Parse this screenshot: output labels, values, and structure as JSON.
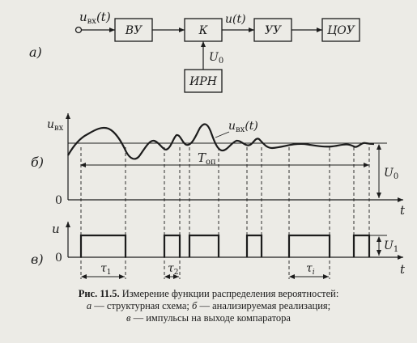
{
  "panel_labels": {
    "a": "а)",
    "b": "б)",
    "v": "в)"
  },
  "block_diagram": {
    "input_label": "u",
    "input_sub": "вх",
    "input_arg": "(t)",
    "blocks": {
      "vu": "ВУ",
      "k": "К",
      "uu": "УУ",
      "tsou": "ЦОУ",
      "irn": "ИРН"
    },
    "k_output_label": "u(t)",
    "u0_label": "U",
    "u0_sub": "0"
  },
  "signal_plot": {
    "y_axis": "u",
    "y_axis_sub": "вх",
    "x_axis": "t",
    "origin": "0",
    "curve_label": "u",
    "curve_label_sub": "вх",
    "curve_label_arg": "(t)",
    "period_label": "T",
    "period_sub": "оп",
    "level_label": "U",
    "level_sub": "0"
  },
  "pulse_plot": {
    "y_axis": "u",
    "x_axis": "t",
    "origin": "0",
    "amp_label": "U",
    "amp_sub": "1",
    "tau1": "τ",
    "tau1_sub": "1",
    "tau2": "τ",
    "tau2_sub": "2",
    "taui": "τ",
    "taui_sub": "i"
  },
  "caption": {
    "fig_no": "Рис. 11.5.",
    "title": "Измерение функции распределения вероятностей:",
    "line2_a": "а",
    "line2_a_text": " — структурная схема; ",
    "line2_b": "б",
    "line2_b_text": " — анализируемая  реализация;",
    "line3_v": "в",
    "line3_v_text": " — импульсы на выходе компаратора"
  }
}
